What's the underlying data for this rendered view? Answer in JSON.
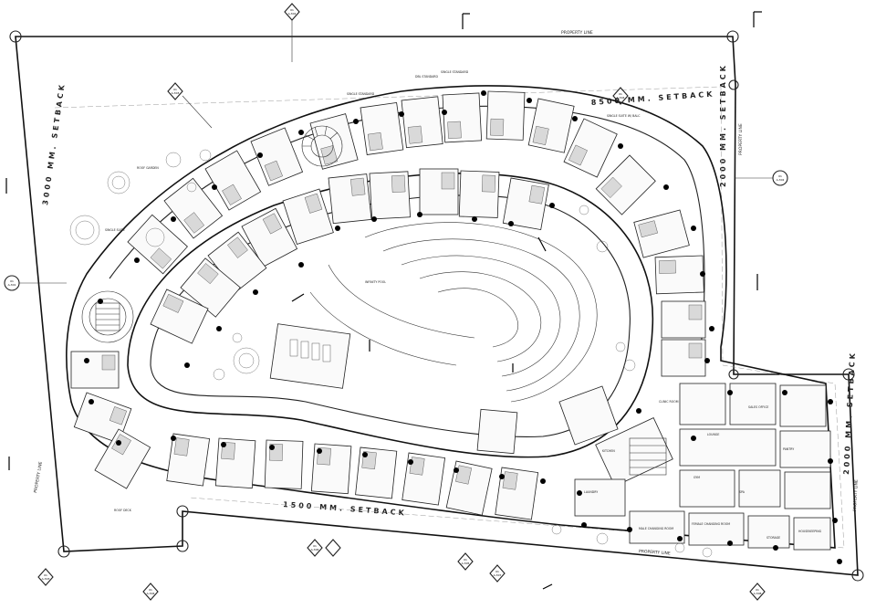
{
  "plan": {
    "property_line_label": "PROPERTY LINE",
    "setback_top": "8500 MM. SETBACK",
    "setback_bottom": "1500 MM. SETBACK",
    "setback_left": "3000 MM. SETBACK",
    "setback_right_top": "2000 MM. SETBACK",
    "setback_right_bottom": "2000 MM. SETBACK",
    "section_markers": [
      {
        "id": "marker-top",
        "num": "01",
        "sheet": "A-302"
      },
      {
        "id": "marker-left",
        "num": "01",
        "sheet": "A-301"
      },
      {
        "id": "marker-right",
        "num": "01",
        "sheet": "A-302"
      },
      {
        "id": "marker-nw",
        "num": "01",
        "sheet": "A-303"
      },
      {
        "id": "marker-ne",
        "num": "01",
        "sheet": "A-304"
      },
      {
        "id": "marker-sw",
        "num": "01",
        "sheet": "A-303"
      },
      {
        "id": "marker-s1",
        "num": "01",
        "sheet": "A-304"
      },
      {
        "id": "marker-s2",
        "num": "01",
        "sheet": "A-306"
      },
      {
        "id": "marker-s3",
        "num": "01",
        "sheet": "A-305"
      },
      {
        "id": "marker-s4",
        "num": "01",
        "sheet": "A-307"
      },
      {
        "id": "marker-se",
        "num": "01",
        "sheet": "A-308"
      }
    ],
    "room_labels": {
      "roof_garden": "ROOF GARDEN",
      "roof deck": "ROOF DECK",
      "single_suite": "SINGLE SUITE",
      "single_standard": "SINGLE STANDARD",
      "dbl_standard": "DBL STANDARD",
      "single_suite_balc": "SINGLE SUITE W/ BALC",
      "infinity_pool": "INFINITY POOL",
      "lounge": "LOUNGE",
      "pantry": "PANTRY",
      "kitchen": "KITCHEN",
      "gym": "GYM",
      "spa": "SPA",
      "clinic_room": "CLINIC ROOM",
      "sales_office": "SALES OFFICE",
      "male_changing": "MALE CHANGING ROOM",
      "female_changing": "FEMALE CHANGING ROOM",
      "laundry": "LAUNDRY",
      "housekeeping": "HOUSEKEEPING",
      "storage": "STORAGE"
    }
  }
}
